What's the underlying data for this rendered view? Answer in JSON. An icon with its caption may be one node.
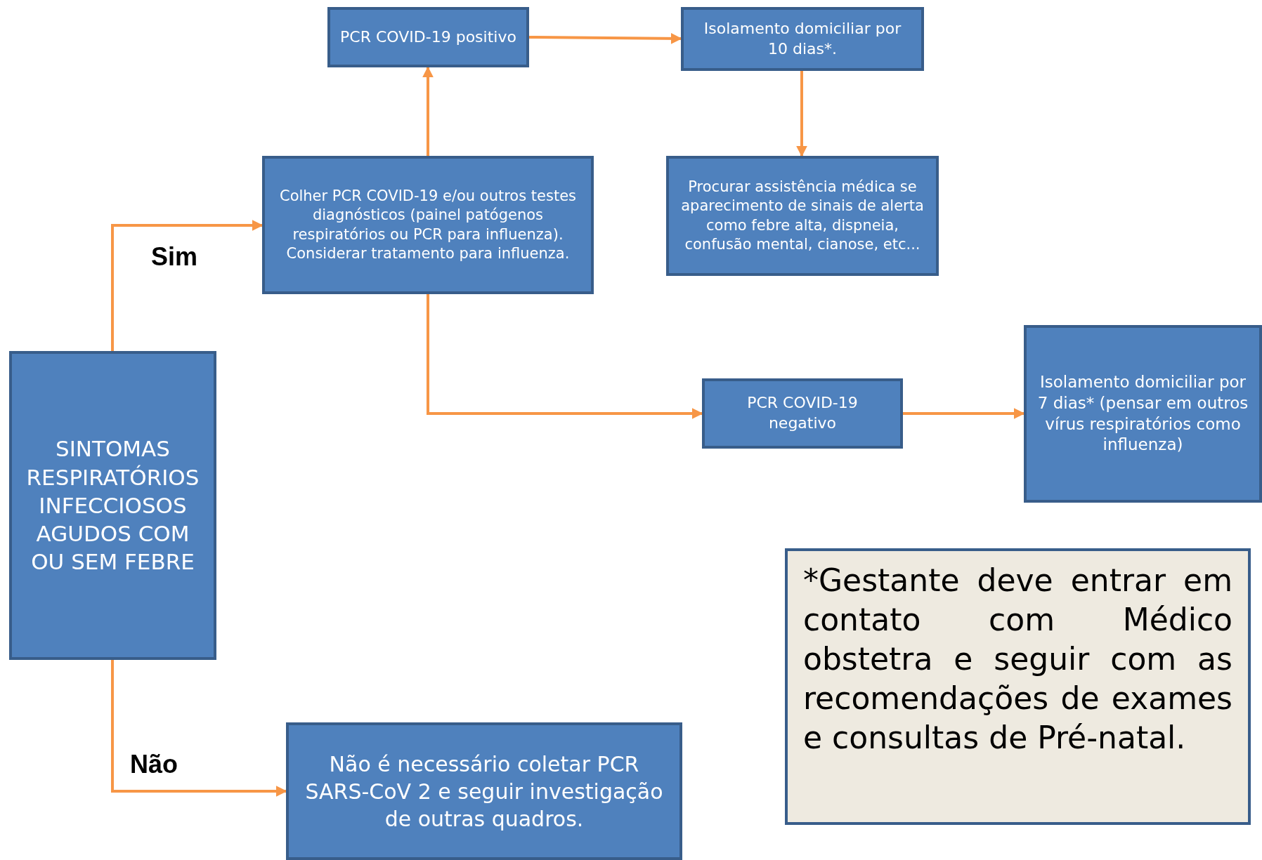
{
  "diagram": {
    "nodes": [
      {
        "text": [
          "SINTOMAS RESPIRATÓRIOS INFECCIOSOS AGUDOS COM OU SEM FEBRE"
        ]
      },
      {
        "text": [
          "Colher PCR COVID-19 e/ou outros testes diagnósticos (painel patógenos respiratórios ou PCR para influenza). Considerar tratamento para influenza."
        ]
      },
      {
        "text": [
          "PCR COVID-19 positivo"
        ]
      },
      {
        "text": [
          "Isolamento domiciliar por 10 dias*."
        ]
      },
      {
        "text": [
          "Procurar assistência médica se aparecimento de sinais de alerta como febre alta, dispneia, confusão mental, cianose, etc..."
        ]
      },
      {
        "text": [
          "PCR COVID-19 negativo"
        ]
      },
      {
        "text": [
          "Isolamento domiciliar por 7 dias* (pensar em outros vírus respiratórios como influenza)"
        ]
      },
      {
        "text": [
          "Não é necessário coletar PCR SARS-CoV 2 e seguir investigação de outras quadros."
        ]
      },
      {
        "text": [
          "*Gestante deve entrar em contato com Médico obstetra e seguir com as recomendações de exames e consultas de Pré-natal."
        ]
      }
    ],
    "edges": [
      {
        "from": 0,
        "to": 1,
        "arrow": "to",
        "label": "Sim"
      },
      {
        "from": 0,
        "to": 7,
        "arrow": "to",
        "label": "Não"
      },
      {
        "from": 1,
        "to": 2,
        "arrow": "to"
      },
      {
        "from": 2,
        "to": 3,
        "arrow": "to"
      },
      {
        "from": 3,
        "to": 4,
        "arrow": "to"
      },
      {
        "from": 1,
        "to": 5,
        "arrow": "to"
      },
      {
        "from": 5,
        "to": 6,
        "arrow": "to"
      }
    ]
  }
}
